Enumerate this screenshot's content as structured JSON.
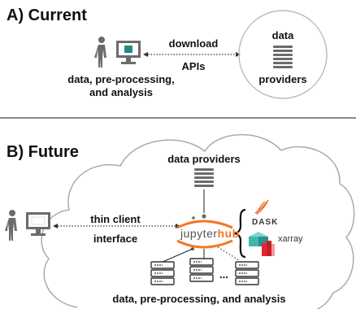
{
  "panel_a": {
    "title": "A)  Current",
    "link_top": "download",
    "link_bottom": "APIs",
    "circle_line1": "data",
    "circle_line2": "providers",
    "caption_line1": "data, pre-processing,",
    "caption_line2": "and analysis"
  },
  "panel_b": {
    "title": "B)  Future",
    "data_providers": "data providers",
    "thin_client_line1": "thin client",
    "thin_client_line2": "interface",
    "jupyter_prefix": "jupyter",
    "jupyter_hub": "hub",
    "dask": "DASK",
    "xarray": "xarray",
    "ellipsis": "...",
    "caption": "data, pre-processing, and analysis"
  },
  "colors": {
    "icon_gray": "#6b6b6b",
    "screen_teal": "#1f8a86",
    "jupyter_orange": "#f37726",
    "dask_orange": "#ef6c2a",
    "xarray_red": "#e3262f",
    "xarray_teal": "#3fb6b0"
  }
}
